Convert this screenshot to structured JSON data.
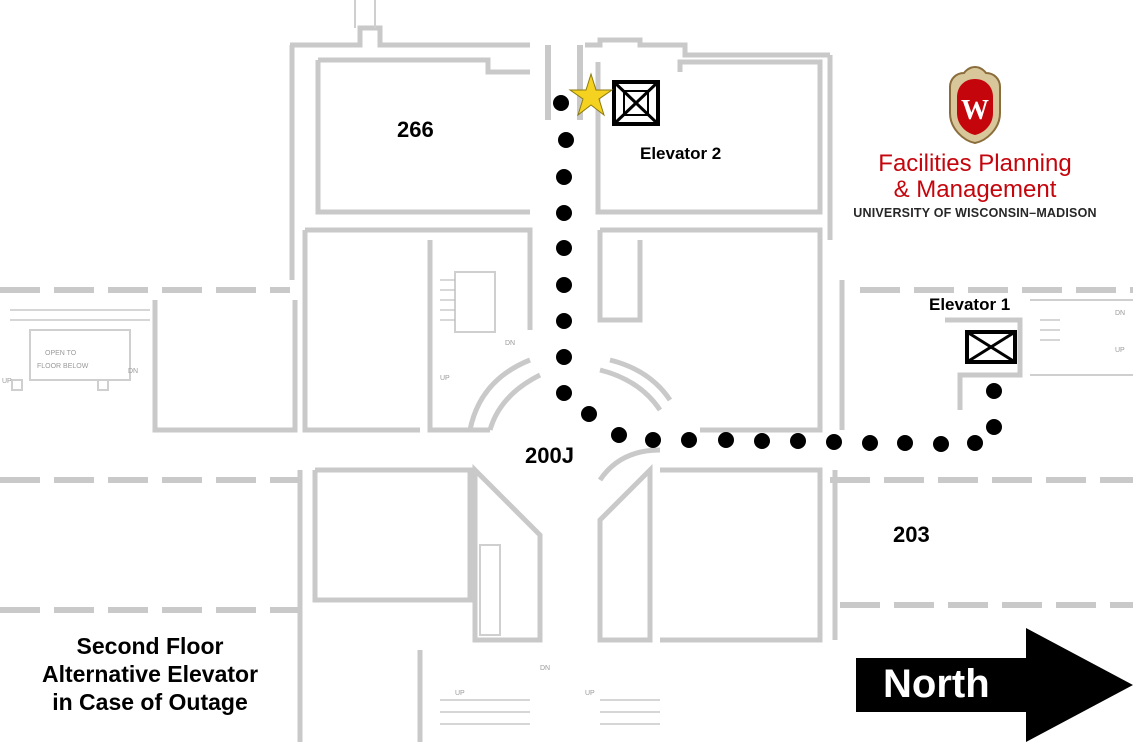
{
  "map": {
    "rooms": {
      "r266": "266",
      "r200j": "200J",
      "r203": "203"
    },
    "elevators": {
      "elevator2": "Elevator 2",
      "elevator1": "Elevator 1"
    },
    "caption": {
      "line1": "Second Floor",
      "line2": "Alternative Elevator",
      "line3": "in Case of Outage"
    },
    "north_label": "North",
    "you_are_here": "star-icon",
    "plan_notes": {
      "open_to_floor_below_1": "OPEN TO",
      "open_to_floor_below_2": "FLOOR BELOW",
      "dn": "DN",
      "up": "UP"
    },
    "colors": {
      "route": "#000000",
      "star": "#f5d21f",
      "walls": "#c9c9c9",
      "brand_red": "#c5050c"
    }
  },
  "brand": {
    "crest": "uw-crest-icon",
    "line1": "Facilities Planning",
    "line2": "& Management",
    "line3": "UNIVERSITY OF WISCONSIN–MADISON"
  }
}
